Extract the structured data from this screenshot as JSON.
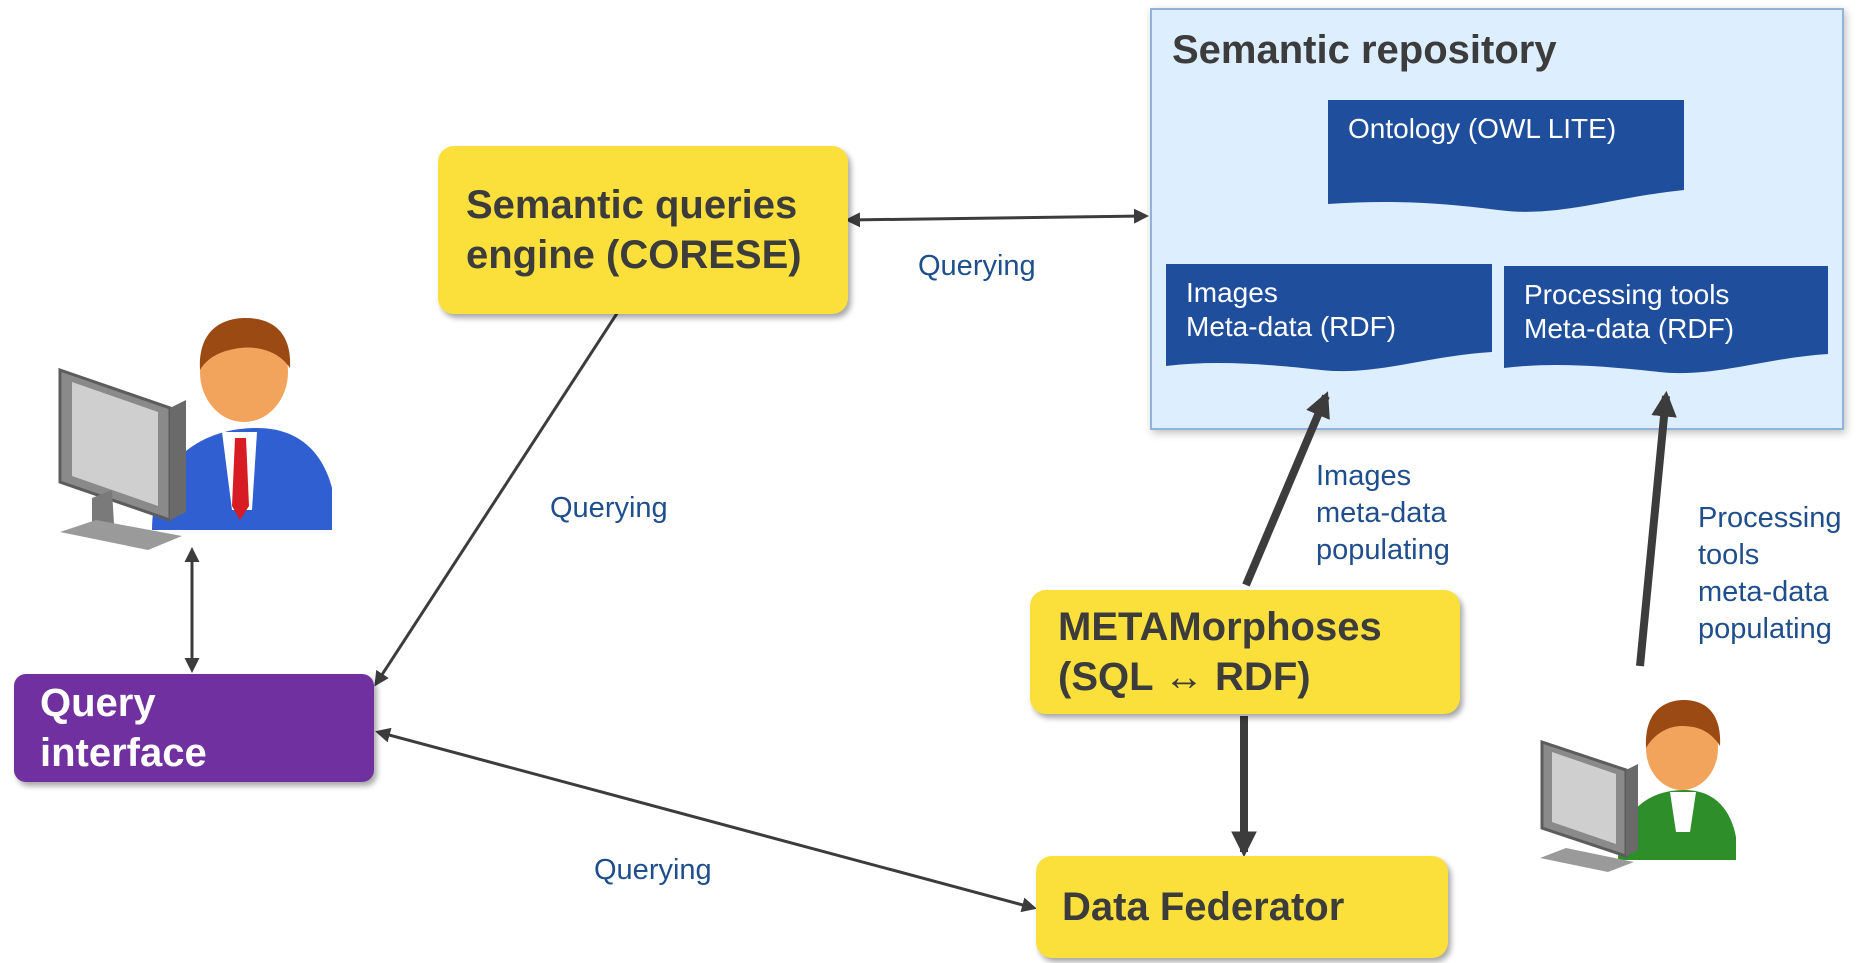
{
  "repository": {
    "title": "Semantic repository",
    "ontology": "Ontology (OWL LITE)",
    "images_metadata": "Images\nMeta-data (RDF)",
    "tools_metadata": "Processing tools\nMeta-data (RDF)"
  },
  "nodes": {
    "semantic_engine": "Semantic queries\nengine (CORESE)",
    "query_interface": "Query\ninterface",
    "metamorphoses": "METAMorphoses\n(SQL ↔ RDF)",
    "data_federator": "Data Federator"
  },
  "edge_labels": {
    "engine_repo": "Querying",
    "engine_interface": "Querying",
    "interface_federator": "Querying",
    "images_populating": "Images\nmeta-data\npopulating",
    "tools_populating": "Processing\ntools\nmeta-data\npopulating"
  },
  "colors": {
    "node_yellow": "#fbe03b",
    "node_purple": "#7030a0",
    "repository_bg": "#ddeeff",
    "document_blue": "#1f4f9c",
    "label_blue": "#1f4e8c"
  },
  "icons": {
    "user_main": "user-at-computer-icon",
    "user_tools": "user-at-computer-icon"
  }
}
